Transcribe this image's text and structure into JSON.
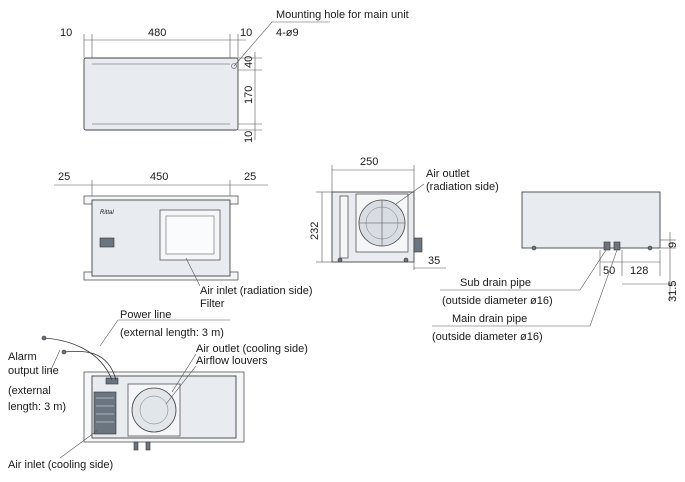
{
  "top_view": {
    "dim_left": "10",
    "dim_width": "480",
    "dim_right": "10",
    "dim_v_top": "40",
    "dim_v_mid": "170",
    "dim_v_bot": "10",
    "hole_label": "Mounting hole for main unit",
    "hole_spec": "4-ø9"
  },
  "front_view": {
    "dim_left": "25",
    "dim_width": "450",
    "dim_right": "25",
    "label_inlet": "Air inlet (radiation side)",
    "label_filter": "Filter"
  },
  "side_view": {
    "dim_width": "250",
    "dim_height": "232",
    "dim_depth": "35",
    "label_outlet_1": "Air outlet",
    "label_outlet_2": "(radiation side)"
  },
  "drain_view": {
    "dim_9": "9",
    "dim_50": "50",
    "dim_128": "128",
    "dim_31_5": "31.5",
    "sub_drain_1": "Sub drain pipe",
    "sub_drain_2": "(outside diameter ø16)",
    "main_drain_1": "Main drain pipe",
    "main_drain_2": "(outside diameter ø16)"
  },
  "rear_view": {
    "power_1": "Power line",
    "power_2": "(external length: 3 m)",
    "alarm_1": "Alarm",
    "alarm_2": "output line",
    "alarm_3": "(external",
    "alarm_4": "length: 3 m)",
    "outlet_cooling": "Air outlet (cooling side)",
    "louvers": "Airflow louvers",
    "inlet_cooling": "Air inlet (cooling side)"
  }
}
